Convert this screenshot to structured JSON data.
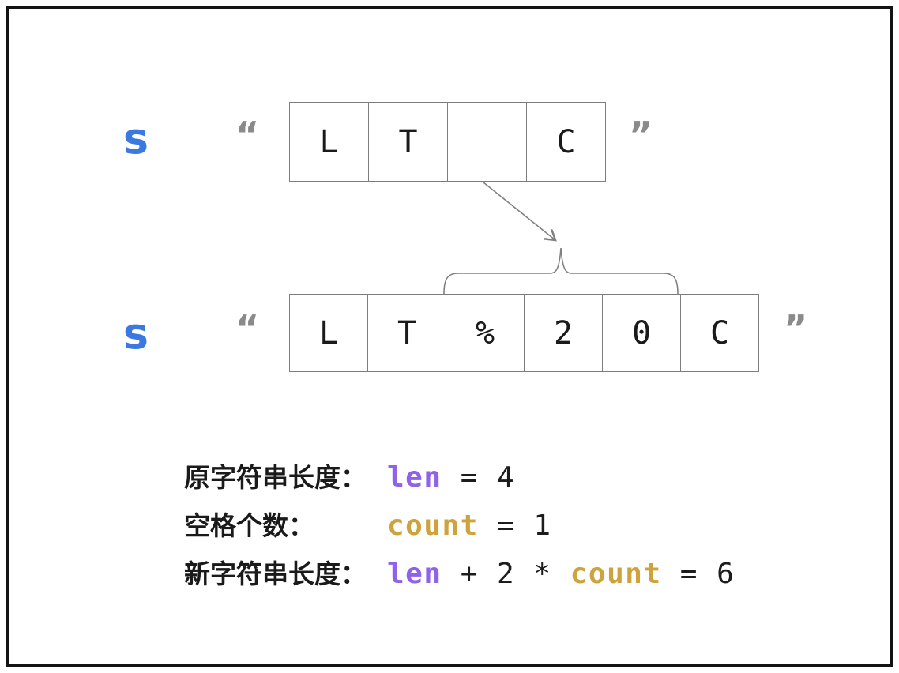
{
  "diagram_title": "string-space-replacement-diagram",
  "colors": {
    "label_blue": "#3B79E1",
    "len_purple": "#8E62E9",
    "count_gold": "#CEA33C",
    "line_gray": "#808080",
    "cell_border_gray": "#7d7d7d",
    "text_black": "#1a1a1a",
    "frame_black": "#141414"
  },
  "original_string": {
    "label": "s",
    "open_quote": "“",
    "close_quote": "”",
    "cells": [
      "L",
      "T",
      "",
      "C"
    ]
  },
  "new_string": {
    "label": "s",
    "open_quote": "“",
    "close_quote": "”",
    "cells": [
      "L",
      "T",
      "%",
      "2",
      "0",
      "C"
    ]
  },
  "annotations": {
    "arrow_meaning": "space-cell-expands-to-three-cells",
    "brace_meaning": "percent-2-0-replaces-space"
  },
  "equations": {
    "line1": {
      "label": "原字符串长度：",
      "var": "len",
      "value": " = 4"
    },
    "line2": {
      "label": "空格个数：",
      "var": "count",
      "value": " = 1"
    },
    "line3": {
      "label": "新字符串长度：",
      "var1": "len",
      "mid": " + 2 * ",
      "var2": "count",
      "value": " = 6"
    }
  }
}
